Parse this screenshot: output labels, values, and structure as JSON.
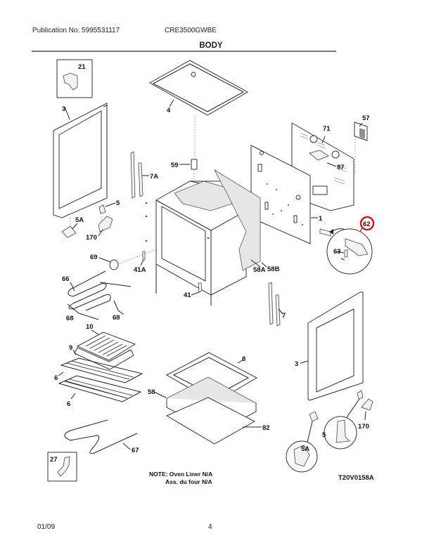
{
  "header": {
    "publication": "Publication No: 5995531117",
    "model": "CRE3500GWBE",
    "section_title": "BODY"
  },
  "footer": {
    "date": "01/09",
    "page": "4"
  },
  "diagram": {
    "figure_id": "T20V0158A",
    "note_line1": "NOTE: Oven Liner N/A",
    "note_line2": "Ass. du four N/A",
    "highlight_color": "#e0101a",
    "highlighted_part": "62",
    "callouts": [
      {
        "id": "c21",
        "label": "21",
        "part": "bracket (inset box)"
      },
      {
        "id": "c3a",
        "label": "3",
        "part": "side panel left"
      },
      {
        "id": "c4",
        "label": "4",
        "part": "top panel"
      },
      {
        "id": "c57",
        "label": "57",
        "part": "label / serial plate"
      },
      {
        "id": "c71",
        "label": "71",
        "part": "back panel"
      },
      {
        "id": "c87",
        "label": "87",
        "part": "back panel bracket"
      },
      {
        "id": "c59",
        "label": "59",
        "part": "bushing"
      },
      {
        "id": "c7a",
        "label": "7A",
        "part": "hinge left"
      },
      {
        "id": "c5a",
        "label": "5",
        "part": "leveling leg"
      },
      {
        "id": "c5aa",
        "label": "5A",
        "part": "leg bracket"
      },
      {
        "id": "c170a",
        "label": "170",
        "part": "anti-tip bracket"
      },
      {
        "id": "c1",
        "label": "1",
        "part": "rear panel"
      },
      {
        "id": "c62",
        "label": "62",
        "part": "terminal block"
      },
      {
        "id": "c63",
        "label": "63",
        "part": "terminal"
      },
      {
        "id": "c69",
        "label": "69",
        "part": "light lens"
      },
      {
        "id": "c41a",
        "label": "41A",
        "part": "clip"
      },
      {
        "id": "c58a",
        "label": "58A",
        "part": "insulation"
      },
      {
        "id": "c58b",
        "label": "58B",
        "part": "insulation rear"
      },
      {
        "id": "c66",
        "label": "66",
        "part": "broil element"
      },
      {
        "id": "c68a",
        "label": "68",
        "part": "wire"
      },
      {
        "id": "c68b",
        "label": "68",
        "part": "wire"
      },
      {
        "id": "c41",
        "label": "41",
        "part": "clip"
      },
      {
        "id": "c7",
        "label": "7",
        "part": "hinge right"
      },
      {
        "id": "c10",
        "label": "10",
        "part": "broiler pan insert"
      },
      {
        "id": "c9",
        "label": "9",
        "part": "broiler pan"
      },
      {
        "id": "c6a",
        "label": "6",
        "part": "oven rack"
      },
      {
        "id": "c6b",
        "label": "6",
        "part": "oven rack"
      },
      {
        "id": "c8",
        "label": "8",
        "part": "bottom panel"
      },
      {
        "id": "c58",
        "label": "58",
        "part": "insulation bottom"
      },
      {
        "id": "c82",
        "label": "82",
        "part": "bottom cover"
      },
      {
        "id": "c3b",
        "label": "3",
        "part": "side panel right"
      },
      {
        "id": "c5b",
        "label": "5",
        "part": "leveling leg (detail)"
      },
      {
        "id": "c5ab",
        "label": "5A",
        "part": "leg bracket (detail)"
      },
      {
        "id": "c170b",
        "label": "170",
        "part": "anti-tip bracket"
      },
      {
        "id": "c67",
        "label": "67",
        "part": "bake element"
      },
      {
        "id": "c27",
        "label": "27",
        "part": "bracket (inset box)"
      }
    ]
  }
}
